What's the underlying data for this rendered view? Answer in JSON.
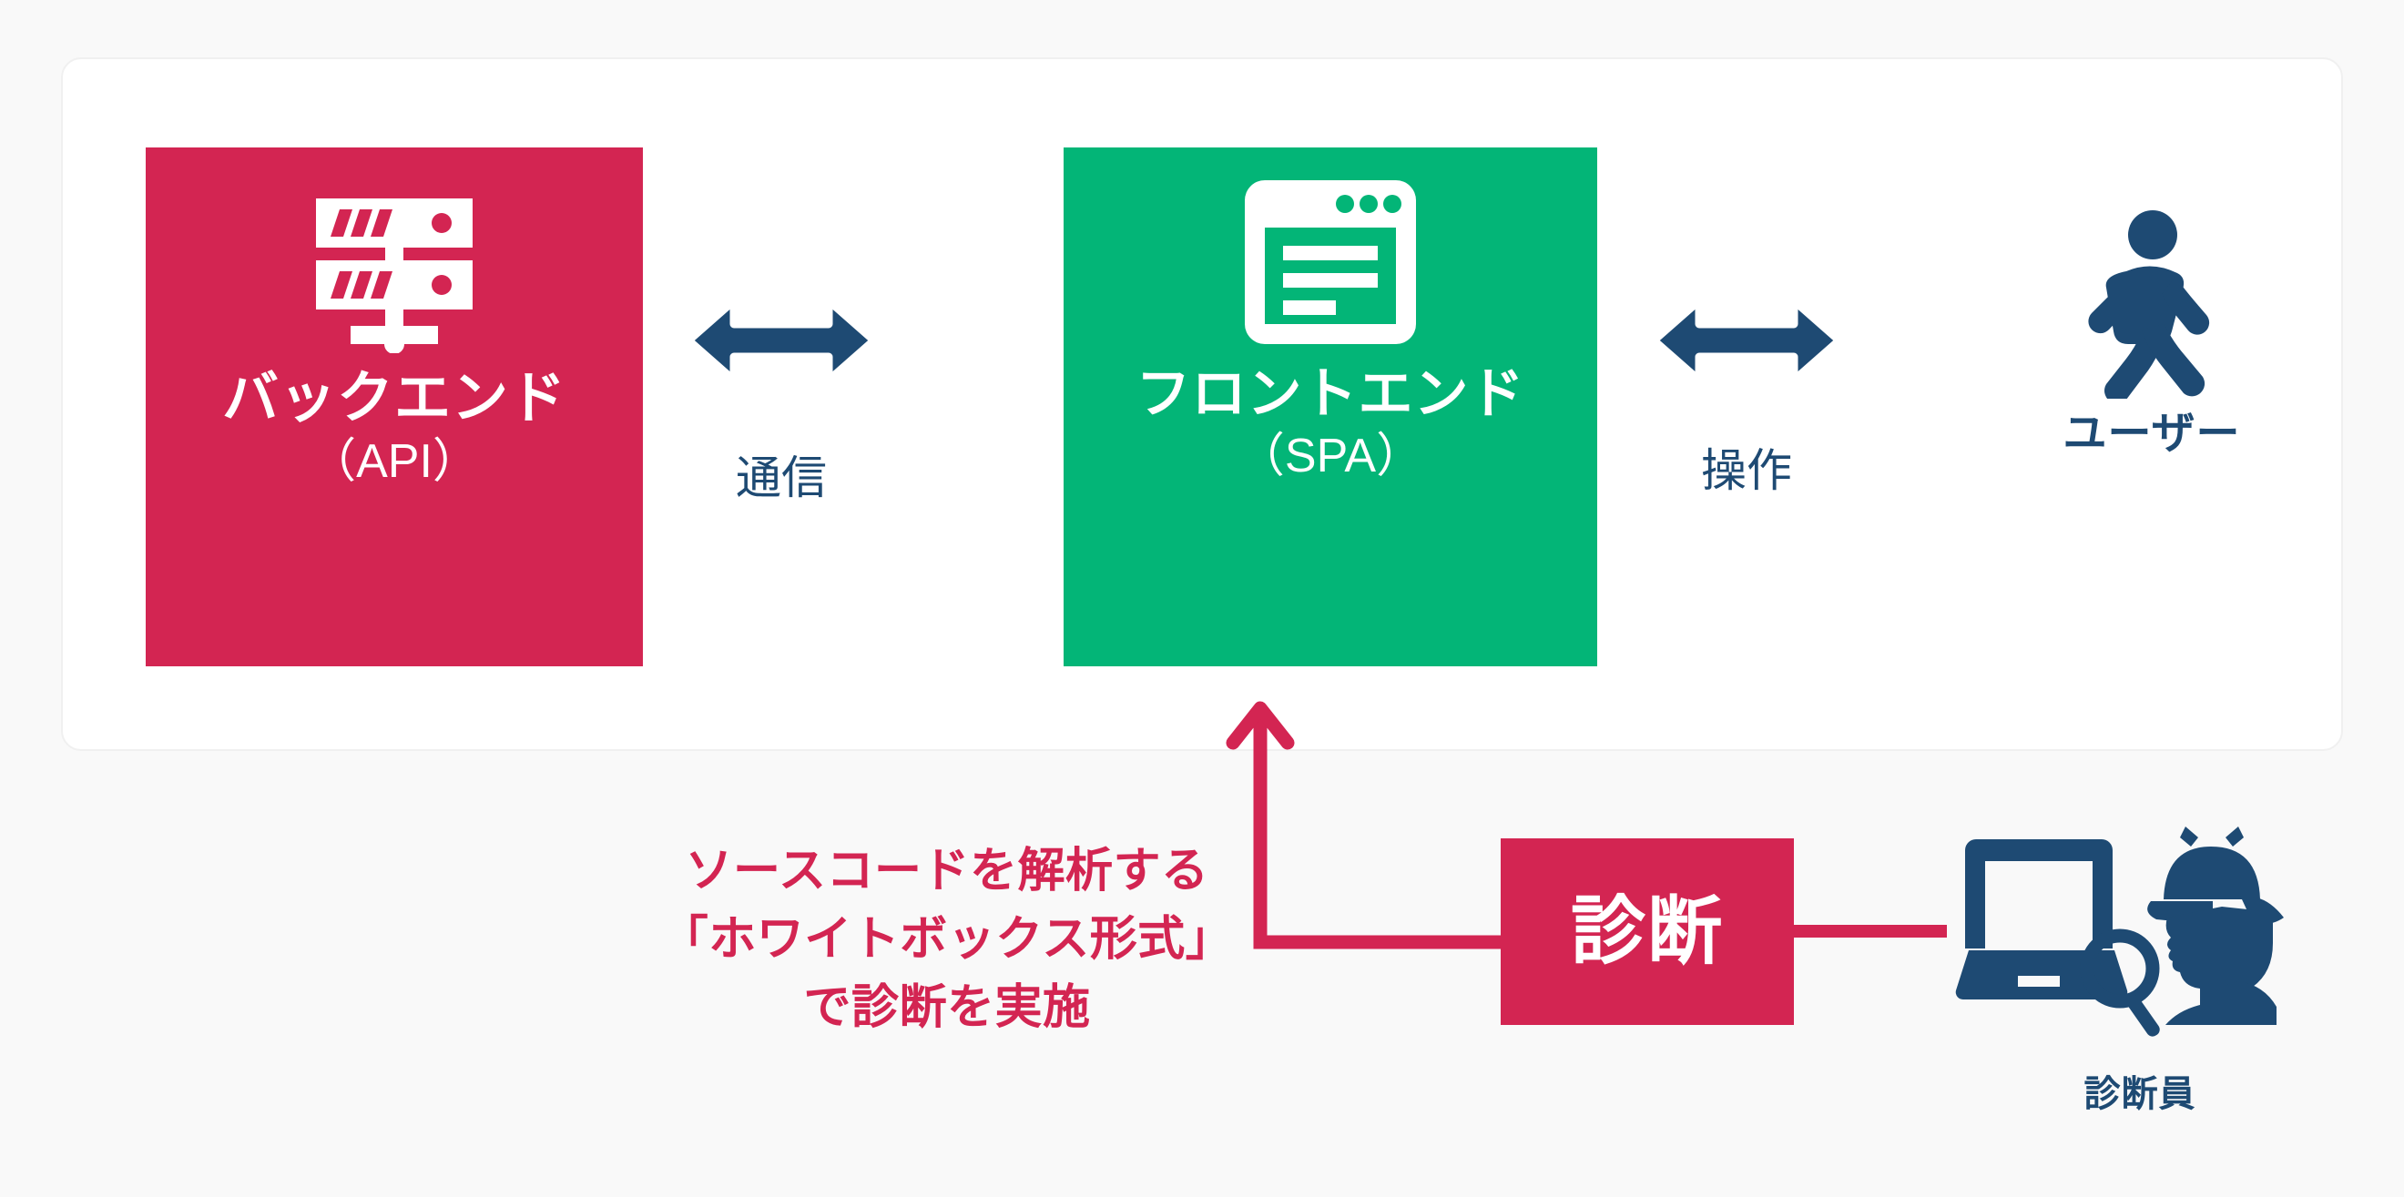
{
  "page": {
    "background_color": "#f9f9f9",
    "card_background": "#ffffff"
  },
  "colors": {
    "crimson": "#d32552",
    "green": "#03b577",
    "navy": "#1e4a73",
    "white": "#ffffff",
    "page_bg": "#f9f9f9"
  },
  "nodes": {
    "backend": {
      "title": "バックエンド",
      "subtitle": "（API）",
      "icon": "server-rack-icon",
      "color": "#d32552"
    },
    "frontend": {
      "title": "フロントエンド",
      "subtitle": "（SPA）",
      "icon": "browser-window-icon",
      "color": "#03b577"
    },
    "user": {
      "label": "ユーザー",
      "icon": "walking-person-icon",
      "color": "#1e4a73"
    },
    "inspector": {
      "label": "診断員",
      "icon": "detective-laptop-icon",
      "color": "#1e4a73"
    }
  },
  "connectors": {
    "backend_frontend": {
      "label": "通信",
      "icon": "double-arrow-horizontal-icon",
      "color": "#1e4a73"
    },
    "frontend_user": {
      "label": "操作",
      "icon": "double-arrow-horizontal-icon",
      "color": "#1e4a73"
    },
    "diagnosis_to_frontend": {
      "icon": "elbow-arrow-up-icon",
      "color": "#d32552"
    }
  },
  "badge": {
    "label": "診断",
    "background": "#d32552",
    "text_color": "#ffffff"
  },
  "annotation": {
    "lines": [
      "ソースコードを解析する",
      "「ホワイトボックス形式」",
      "で診断を実施"
    ],
    "color": "#d32552"
  }
}
